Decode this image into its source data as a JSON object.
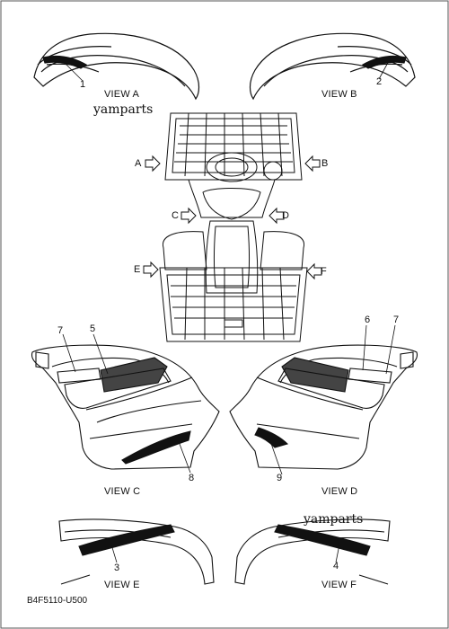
{
  "watermarks": [
    "yamparts",
    "yamparts"
  ],
  "views": {
    "a": "VIEW A",
    "b": "VIEW B",
    "c": "VIEW C",
    "d": "VIEW D",
    "e": "VIEW E",
    "f": "VIEW F"
  },
  "directions": [
    "A",
    "B",
    "C",
    "D",
    "E",
    "F"
  ],
  "callouts": [
    "1",
    "2",
    "3",
    "4",
    "5",
    "6",
    "7",
    "7",
    "8",
    "9"
  ],
  "part_code": "B4F5110-U500",
  "colors": {
    "line": "#111111",
    "paper": "#ffffff"
  }
}
